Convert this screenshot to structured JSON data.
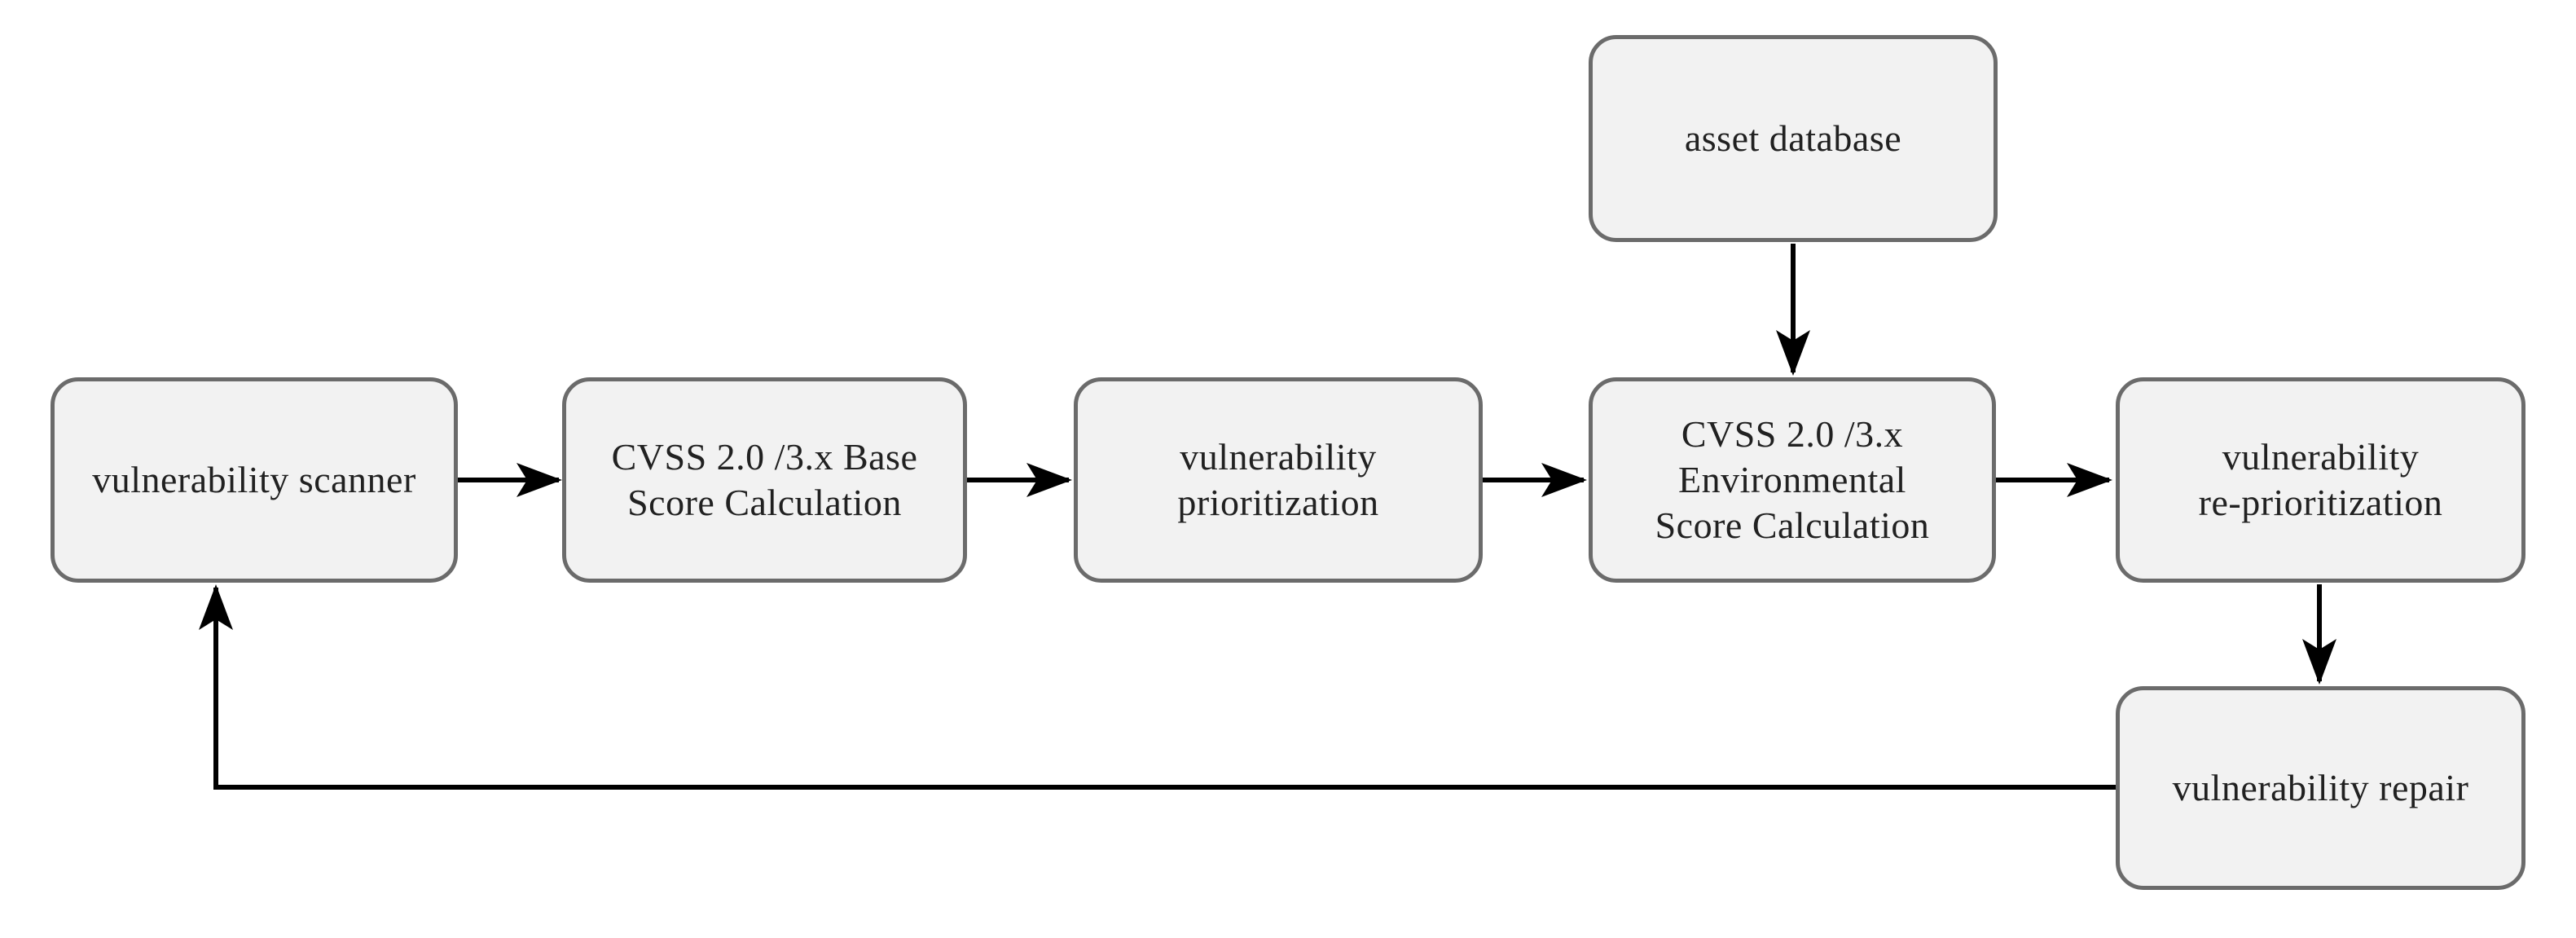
{
  "colors": {
    "background": "#ffffff",
    "node_fill": "#f2f2f2",
    "node_border": "#6b6b6b",
    "node_text": "#212121",
    "arrow": "#000000"
  },
  "nodes": {
    "scanner": {
      "label": "vulnerability scanner"
    },
    "base_score": {
      "label": [
        "CVSS 2.0 /3.x Base",
        "Score Calculation"
      ]
    },
    "prioritization": {
      "label": [
        "vulnerability",
        "prioritization"
      ]
    },
    "asset_db": {
      "label": "asset database"
    },
    "env_score": {
      "label": [
        "CVSS 2.0 /3.x",
        "Environmental",
        "Score Calculation"
      ]
    },
    "reprioritization": {
      "label": [
        "vulnerability",
        "re-prioritization"
      ]
    },
    "repair": {
      "label": "vulnerability repair"
    }
  },
  "edges": [
    {
      "from": "scanner",
      "to": "base_score"
    },
    {
      "from": "base_score",
      "to": "prioritization"
    },
    {
      "from": "prioritization",
      "to": "env_score"
    },
    {
      "from": "asset_db",
      "to": "env_score"
    },
    {
      "from": "env_score",
      "to": "reprioritization"
    },
    {
      "from": "reprioritization",
      "to": "repair"
    },
    {
      "from": "repair",
      "to": "scanner"
    }
  ]
}
